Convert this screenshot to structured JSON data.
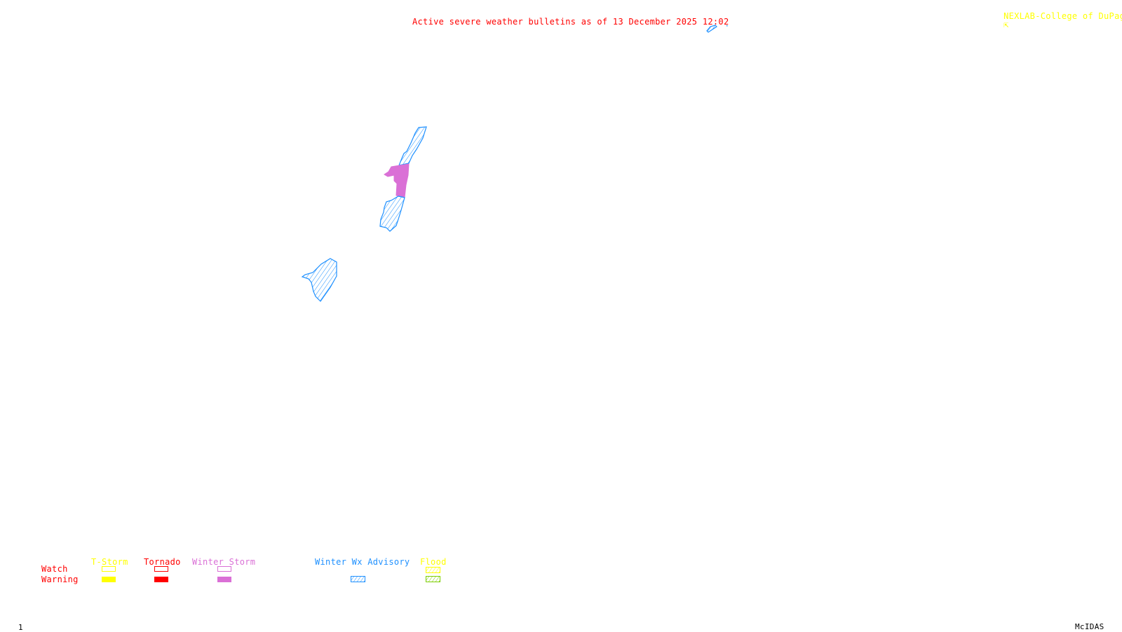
{
  "header": {
    "title": "Active severe weather bulletins as of 13 December 2025 12:02",
    "credit": "NEXLAB-College of DuPage",
    "credit_icon": "cursor-icon"
  },
  "colors": {
    "title": "#ff0000",
    "credit": "#ffff00",
    "tstorm": "#ffff00",
    "tornado": "#ff0000",
    "winter_storm": "#da70d6",
    "winter_advisory": "#1e90ff",
    "flood_watch": "#ffff00",
    "flood_warning": "#7ccd00",
    "row_labels": "#ff0000",
    "footer": "#000000"
  },
  "map": {
    "areas": [
      {
        "type": "Winter Wx Advisory",
        "style": "hatched",
        "color": "#1e90ff"
      },
      {
        "type": "Winter Storm Warning",
        "style": "filled",
        "color": "#da70d6"
      },
      {
        "type": "Winter Wx Advisory",
        "style": "hatched",
        "color": "#1e90ff"
      },
      {
        "type": "Winter Wx Advisory",
        "style": "hatched",
        "color": "#1e90ff"
      },
      {
        "type": "Winter Wx Advisory",
        "style": "hatched",
        "color": "#1e90ff"
      }
    ]
  },
  "legend": {
    "rows": [
      "Watch",
      "Warning"
    ],
    "columns": [
      {
        "label": "T-Storm",
        "watch": "outline",
        "warning": "filled"
      },
      {
        "label": "Tornado",
        "watch": "outline",
        "warning": "filled"
      },
      {
        "label": "Winter Storm",
        "watch": "outline",
        "warning": "filled"
      },
      {
        "label": "Winter Wx Advisory",
        "watch": null,
        "warning": "hatched"
      },
      {
        "label": "Flood",
        "watch": "hatched",
        "warning": "hatched"
      }
    ]
  },
  "footer": {
    "frame_number": "1",
    "software": "McIDAS"
  }
}
